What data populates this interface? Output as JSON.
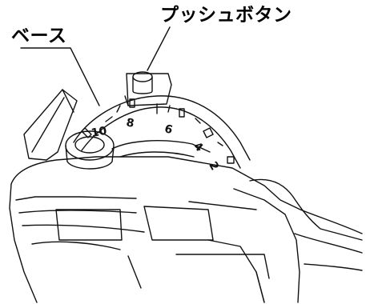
{
  "labels": {
    "push_button": "プッシュボタン",
    "base": "ベース"
  },
  "scale_marks": [
    "10",
    "8",
    "6",
    "4",
    "2"
  ]
}
